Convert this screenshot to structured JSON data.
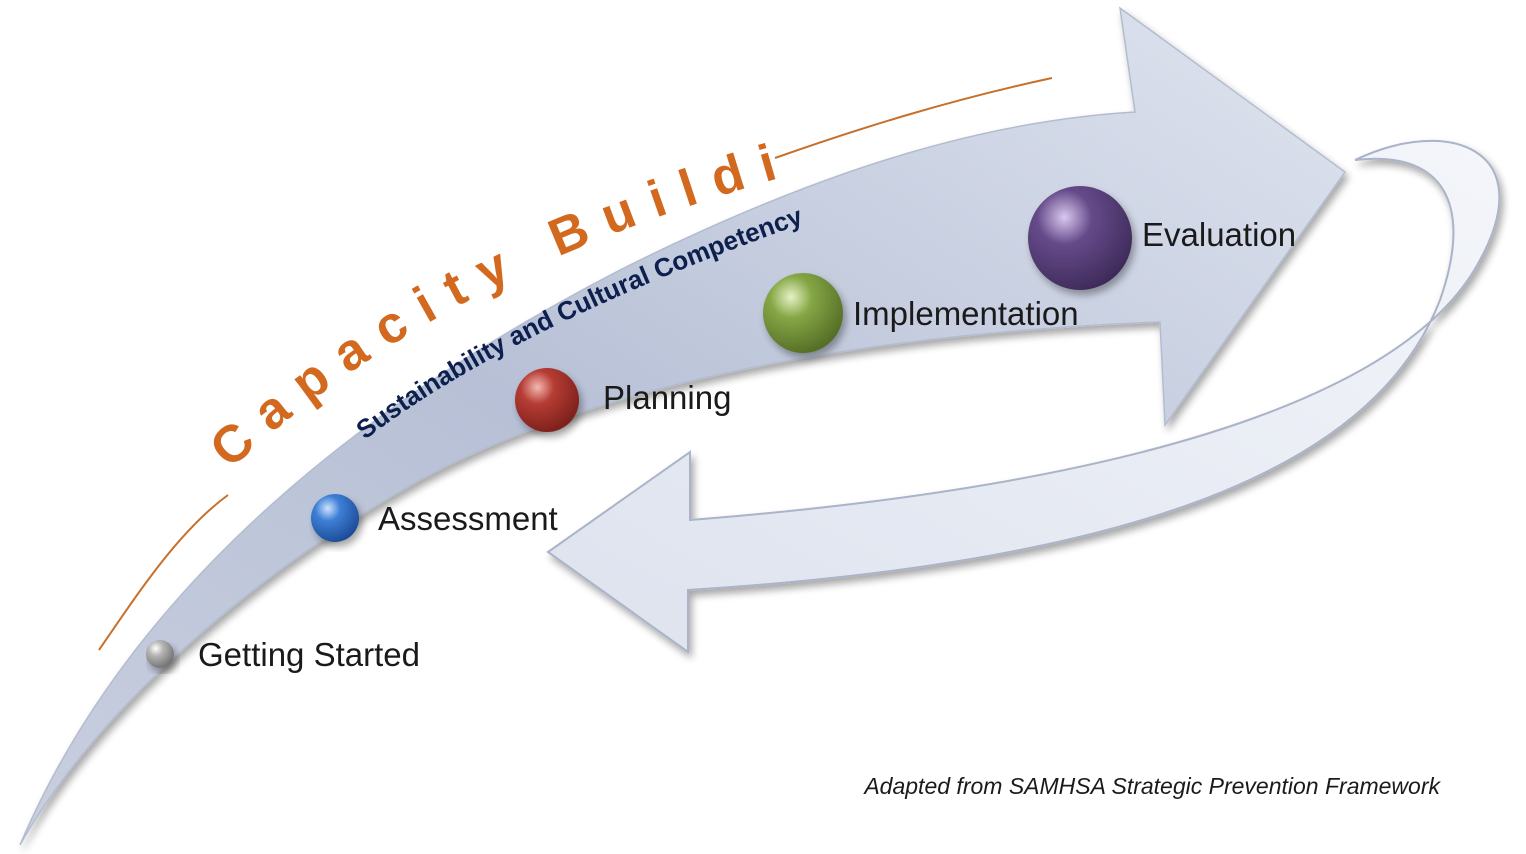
{
  "diagram": {
    "title": "Capacity Building",
    "subtitle": "Sustainability and Cultural Competency",
    "stages": [
      {
        "label": "Getting Started",
        "color": "#9a9a9a"
      },
      {
        "label": "Assessment",
        "color": "#2f6fc6"
      },
      {
        "label": "Planning",
        "color": "#a8332d"
      },
      {
        "label": "Implementation",
        "color": "#76963a"
      },
      {
        "label": "Evaluation",
        "color": "#5a3e7a"
      }
    ],
    "source_note": "Adapted from SAMHSA Strategic Prevention Framework",
    "colors": {
      "title": "#d2691e",
      "subtitle": "#0d1f4d",
      "arrow_light": "#dfe4ef",
      "arrow_dark": "#a9b3cc",
      "accent_line": "#c8702a"
    }
  }
}
